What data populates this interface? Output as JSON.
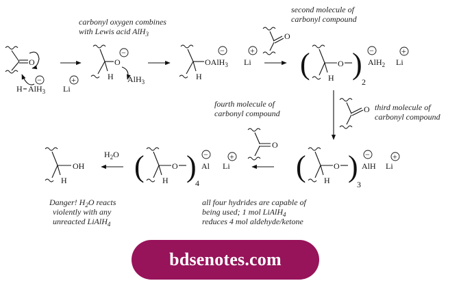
{
  "captions": {
    "step1_note": [
      "carbonyl oxygen combines",
      "with Lewis acid AlH",
      "3"
    ],
    "second_molecule": [
      "second molecule of",
      "carbonyl compound"
    ],
    "third_molecule": [
      "third molecule of",
      "carbonyl compound"
    ],
    "fourth_molecule": [
      "fourth molecule of",
      "carbonyl compound"
    ],
    "danger_note": [
      "Danger! H",
      "2",
      "O reacts",
      "violently with any",
      "unreacted LiAlH",
      "4"
    ],
    "hydrides_note": [
      "all four hydrides are capable of",
      "being used; 1 mol LiAlH",
      "4",
      "reduces 4 mol aldehyde/ketone"
    ]
  },
  "labels": {
    "O": "O",
    "H": "H",
    "AlH3": "AlH",
    "AlH3_sub": "3",
    "AlH2": "AlH",
    "AlH2_sub": "2",
    "AlH": "AlH",
    "Al": "Al",
    "Li": "Li",
    "OAlH3": "OAlH",
    "OH": "OH",
    "H2O": "H",
    "H2O_sub": "2",
    "H2O_tail": "O",
    "minus": "−",
    "plus": "+",
    "dash_O_dash": "O",
    "n2": "2",
    "n3": "3",
    "n4": "4"
  },
  "watermark": "bdsenotes.com"
}
